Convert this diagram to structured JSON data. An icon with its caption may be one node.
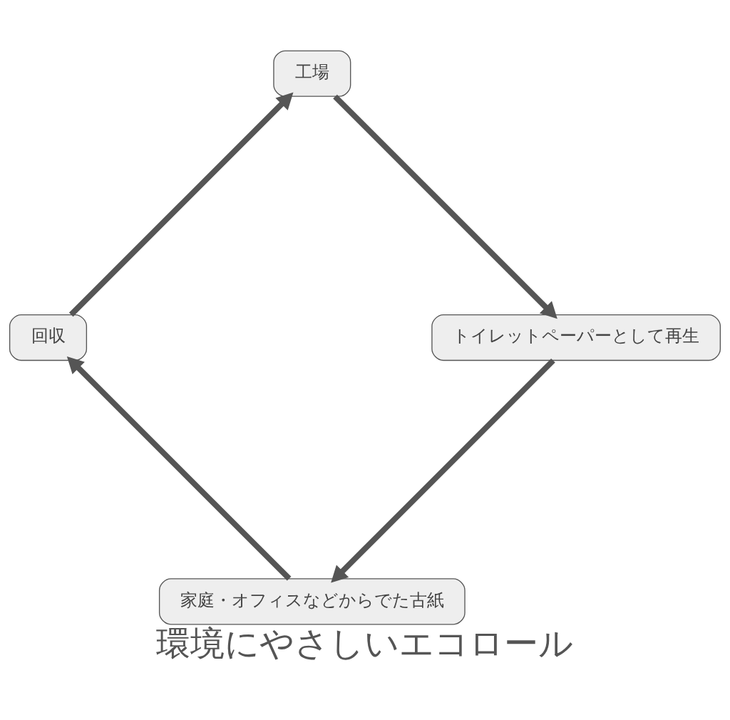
{
  "diagram": {
    "caption": "環境にやさしいエコロール",
    "nodes": [
      {
        "text": [
          "家庭・オフィスなどからでた古紙"
        ]
      },
      {
        "text": [
          "回収"
        ]
      },
      {
        "text": [
          "工場"
        ]
      },
      {
        "text": [
          "トイレットペーパーとして再生"
        ]
      }
    ],
    "edges": [
      {
        "from": 0,
        "to": 1,
        "arrow": "to"
      },
      {
        "from": 1,
        "to": 2,
        "arrow": "to"
      },
      {
        "from": 2,
        "to": 3,
        "arrow": "to"
      },
      {
        "from": 3,
        "to": 0,
        "arrow": "to"
      }
    ]
  }
}
